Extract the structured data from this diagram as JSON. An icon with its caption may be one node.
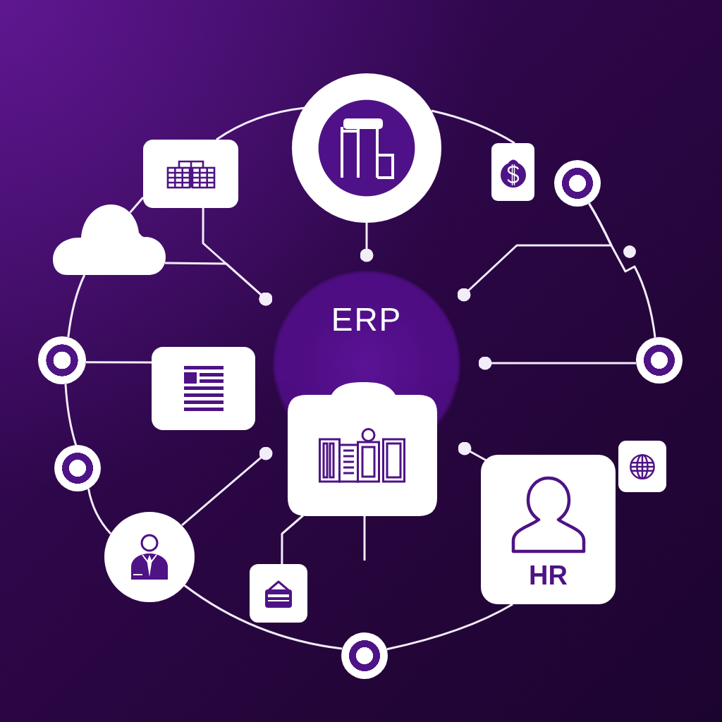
{
  "diagram": {
    "nodes": [
      {
        "text": [],
        "shape": "circle"
      },
      {
        "text": [],
        "shape": "box"
      },
      {
        "text": [],
        "shape": "box"
      },
      {
        "text": [],
        "shape": "circle"
      },
      {
        "text": [],
        "shape": "cloud"
      },
      {
        "text": [
          "ERP"
        ]
      },
      {
        "text": [],
        "shape": "circle"
      },
      {
        "text": [],
        "shape": "box"
      },
      {
        "text": [],
        "shape": "circle"
      },
      {
        "text": [],
        "shape": "box"
      },
      {
        "text": [],
        "shape": "box"
      },
      {
        "text": [],
        "shape": "circle"
      },
      {
        "text": [
          "HR"
        ]
      },
      {
        "text": [],
        "shape": "circle"
      },
      {
        "text": [],
        "shape": "box"
      },
      {
        "text": [],
        "shape": "circle"
      }
    ],
    "edges": [
      {
        "from": 1,
        "to": 0,
        "arrow": "none"
      },
      {
        "from": 0,
        "to": 2,
        "arrow": "none"
      },
      {
        "from": 0,
        "to": 5,
        "arrow": "other"
      },
      {
        "from": 1,
        "to": 4,
        "arrow": "none"
      },
      {
        "from": 1,
        "to": 5,
        "arrow": "other"
      },
      {
        "from": 4,
        "to": 5,
        "arrow": "other"
      },
      {
        "from": 4,
        "to": 6,
        "arrow": "none"
      },
      {
        "from": 3,
        "to": 8,
        "arrow": "none"
      },
      {
        "from": 3,
        "to": 5,
        "arrow": "other"
      },
      {
        "from": 6,
        "to": 7,
        "arrow": "none"
      },
      {
        "from": 8,
        "to": null,
        "arrow": "other"
      },
      {
        "from": 6,
        "to": 11,
        "arrow": "none"
      },
      {
        "from": 11,
        "to": 13,
        "arrow": "none"
      },
      {
        "from": 13,
        "to": 9,
        "arrow": "other"
      },
      {
        "from": 12,
        "to": null,
        "arrow": "other"
      },
      {
        "from": 9,
        "to": 14,
        "arrow": "none"
      },
      {
        "from": 9,
        "to": null,
        "arrow": "none"
      },
      {
        "from": 13,
        "to": 15,
        "arrow": "none"
      },
      {
        "from": 15,
        "to": 12,
        "arrow": "none"
      }
    ]
  }
}
